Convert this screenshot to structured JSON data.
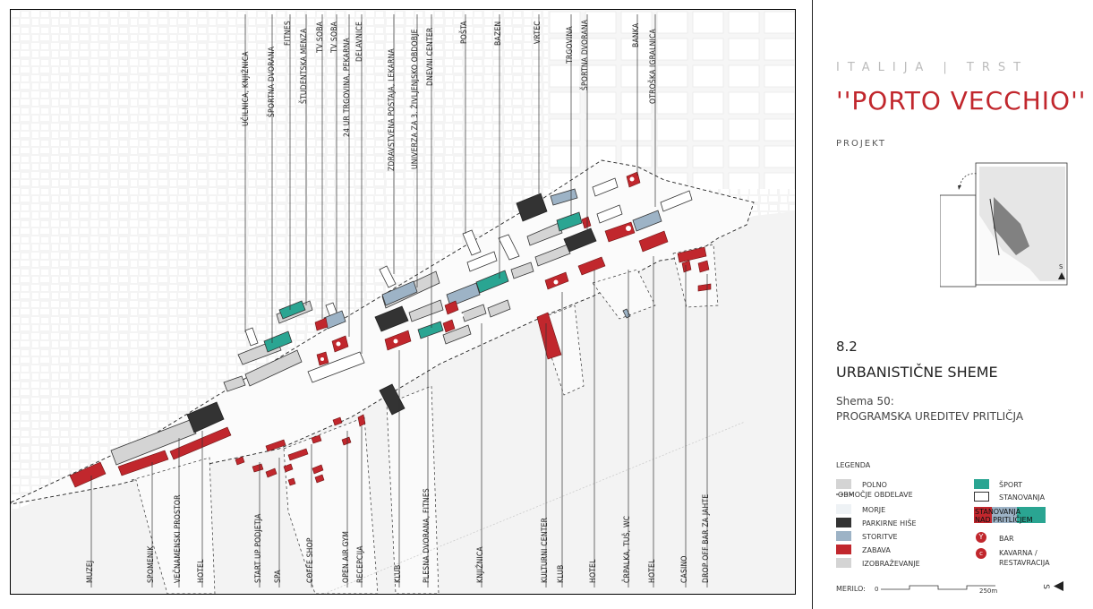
{
  "header": {
    "country": "ITALIJA | TRST",
    "title": "''PORTO VECCHIO''",
    "subtitle": "PROJEKT"
  },
  "section": {
    "number": "8.2",
    "title": "URBANISTIČNE SHEME",
    "schema_line1": "Shema 50:",
    "schema_line2": "PROGRAMSKA UREDITEV PRITLIČJA"
  },
  "legend": {
    "title": "LEGENDA",
    "polno": "POLNO",
    "obmocje": "OBMOČJE OBDELAVE",
    "morje": "MORJE",
    "parkirne": "PARKIRNE HIŠE",
    "storitve": "STORITVE",
    "zabava": "ZABAVA",
    "izobrazevanje": "IZOBRAŽEVANJE",
    "sport": "ŠPORT",
    "stanovanja": "STANOVANJA",
    "stan_nad_a": "STANOVANJA",
    "stan_nad_b": "NAD PRITLIČJEM",
    "bar": "BAR",
    "kavarna_a": "KAVARNA /",
    "kavarna_b": "RESTAVRACIJA"
  },
  "scale": {
    "label": "MERILO:",
    "zero": "0",
    "max": "250m",
    "north": "S"
  },
  "colors": {
    "zabava": "#c1272d",
    "sport": "#2aa592",
    "storitve": "#9db3c6",
    "parkirne": "#333333",
    "polno": "#d4d4d4",
    "title": "#c1272d"
  },
  "top_labels": [
    "UČILNICA, KNJIŽNICA",
    "ŠPORTNA DVORANA",
    "FITNES",
    "ŠTUDENTSKA MENZA",
    "TV SOBA",
    "TV SOBA",
    "24 UR TRGOVINA, PEKARNA",
    "DELAVNICE",
    "ZDRAVSTVENA POSTAJA, LEKARNA",
    "UNIVERZA ZA 3. ŽIVLJENJSKO OBDOBJE",
    "DNEVNI CENTER",
    "POŠTA",
    "BAZEN",
    "VRTEC",
    "TRGOVINA",
    "ŠPORTNA DVORANA",
    "BANKA",
    "OTROŠKA IGRALNICA"
  ],
  "bottom_labels": [
    "MUZEJ",
    "SPOMENIK",
    "VEČNAMENSKI PROSTOR",
    "HOTEL",
    "START UP PODJETJA",
    "SPA",
    "COFFE SHOP",
    "OPEN AIR GYM",
    "RECEPCIJA",
    "KLUB",
    "PLESNA DVORANA, FITNES",
    "KNJIŽNICA",
    "KULTURNI CENTER",
    "KLUB",
    "HOTEL",
    "ČRPALKA, TUŠ, WC",
    "HOTEL",
    "CASINO",
    "DROP OFF BAR ZA JAHTE"
  ]
}
